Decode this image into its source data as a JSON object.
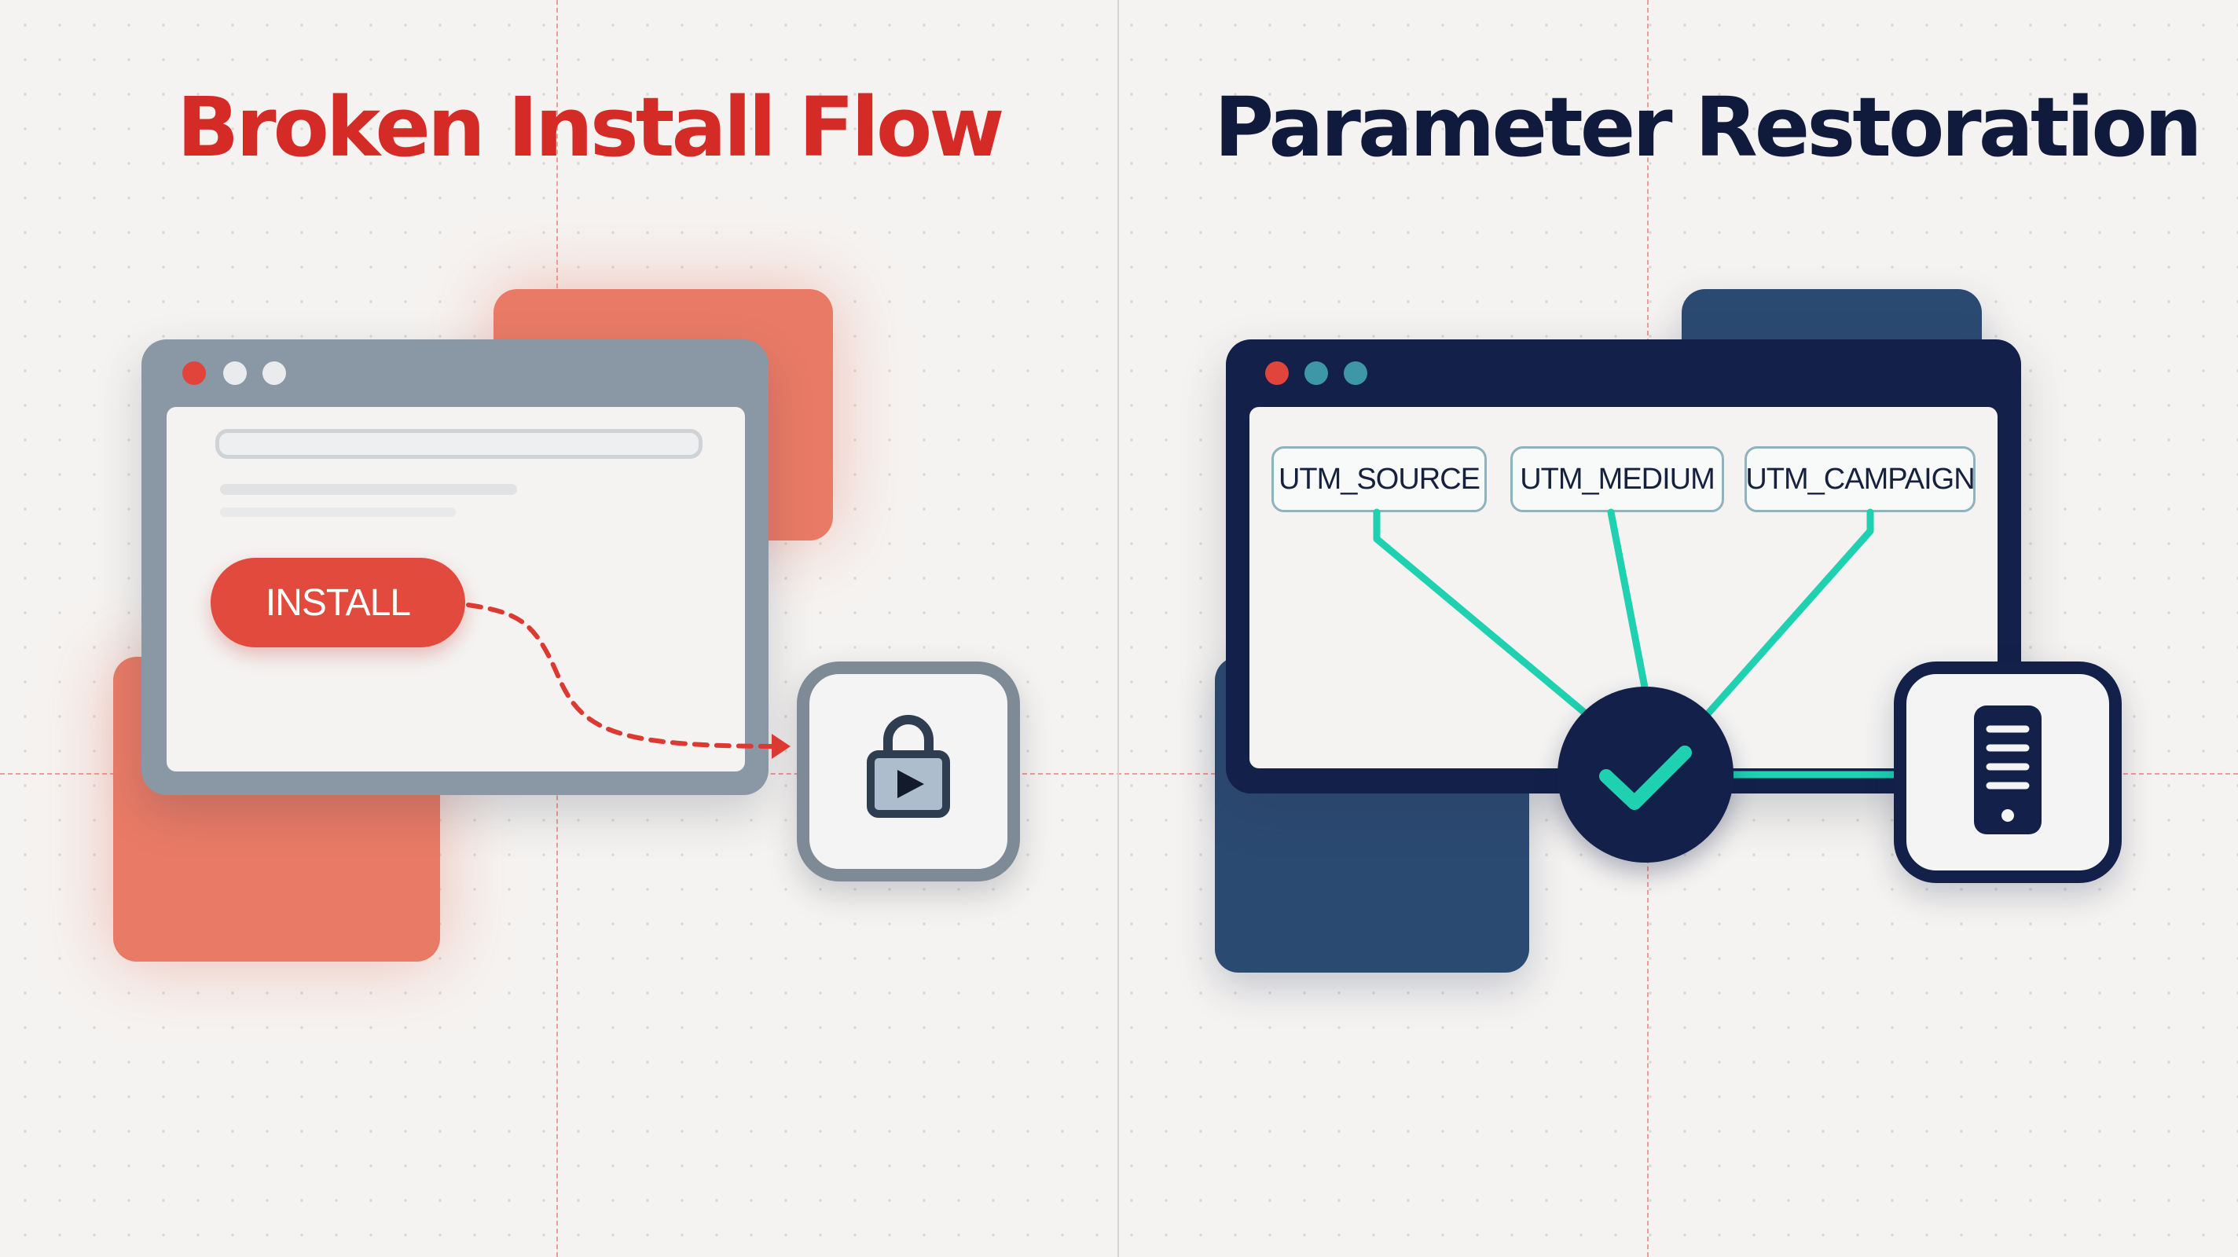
{
  "left_panel": {
    "title": "Broken Install Flow",
    "install_button_label": "INSTALL",
    "app_icon": "app-store-bag-play-icon",
    "accent_color": "#d42b27"
  },
  "right_panel": {
    "title": "Parameter Restoration",
    "parameters": [
      "UTM_SOURCE",
      "UTM_MEDIUM",
      "UTM_CAMPAIGN"
    ],
    "merge_icon": "checkmark-icon",
    "device_icon": "mobile-phone-icon",
    "accent_color": "#101a3c",
    "connector_color": "#1fd1b0"
  }
}
